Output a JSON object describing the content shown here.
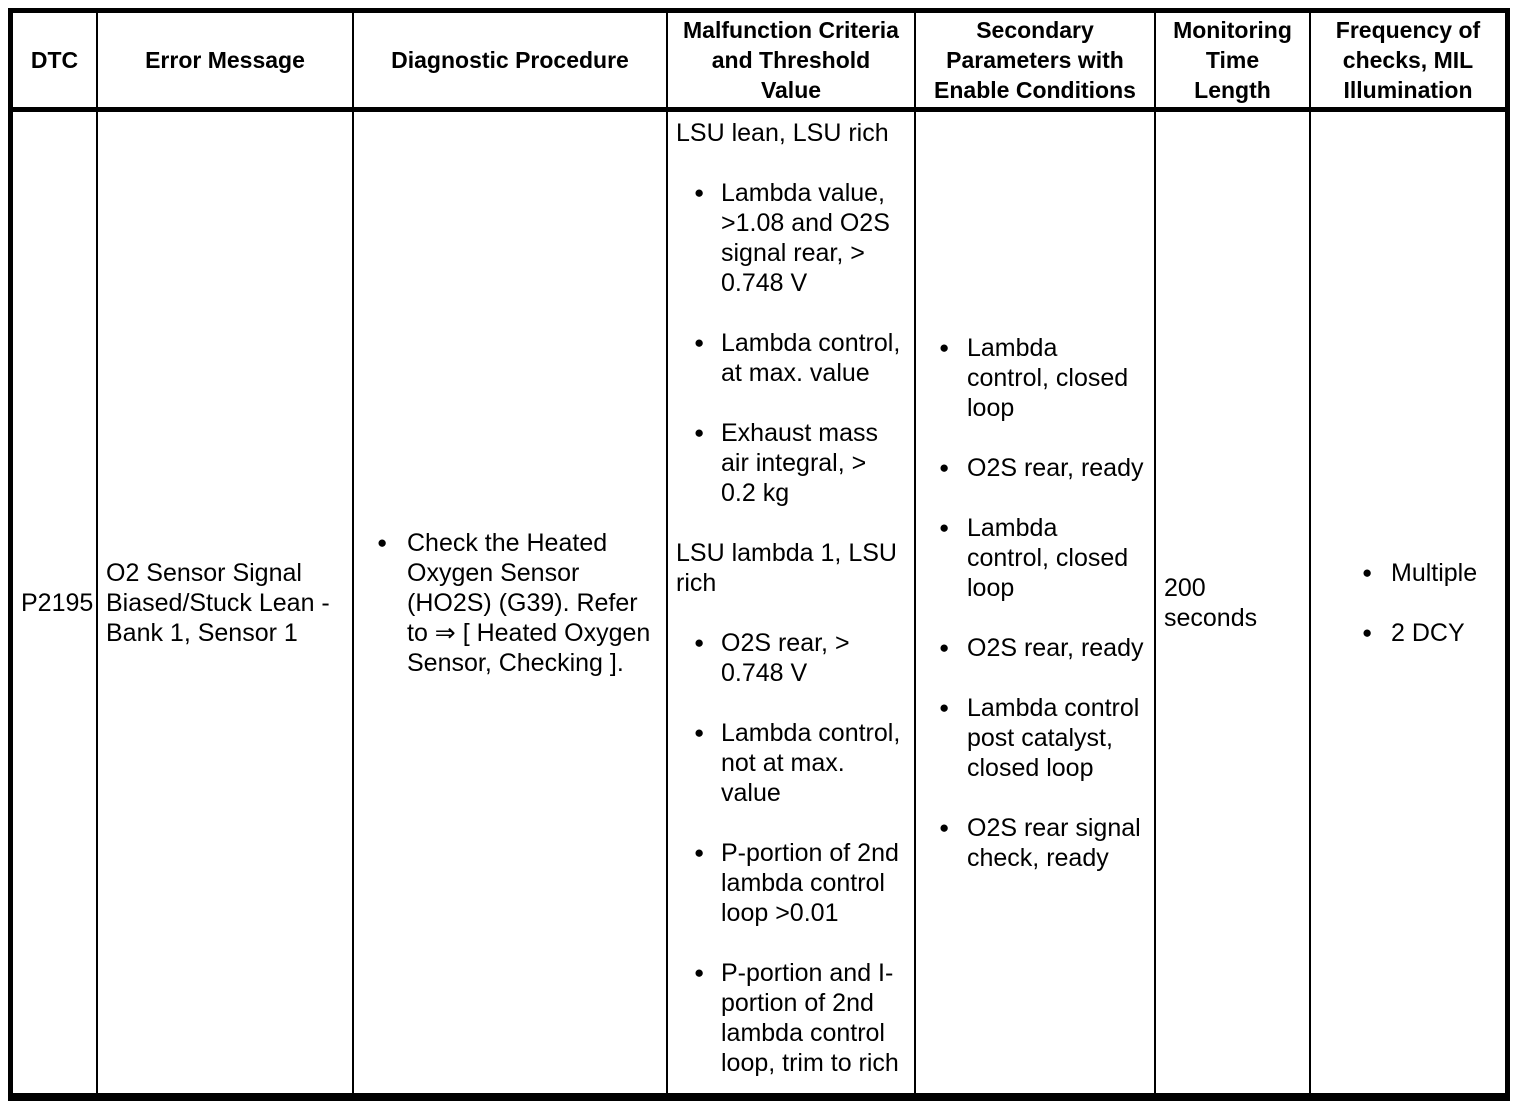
{
  "glyphs": {
    "bullet": "●"
  },
  "colors": {
    "text": "#000000",
    "border": "#000000",
    "background": "#ffffff"
  },
  "table": {
    "headers": [
      "DTC",
      "Error Message",
      "Diagnostic Procedure",
      "Malfunction Criteria and Threshold Value",
      "Secondary Parameters with Enable Conditions",
      "Monitoring Time Length",
      "Frequency of checks, MIL Illumination"
    ],
    "row": {
      "dtc": "P2195",
      "error_message": "O2 Sensor Signal Biased/Stuck Lean - Bank 1, Sensor 1",
      "diagnostic_procedure": [
        "Check the Heated Oxygen Sensor (HO2S) (G39). Refer to ⇒ [ Heated Oxygen Sensor, Checking ]."
      ],
      "malfunction_criteria": [
        {
          "type": "text",
          "text": "LSU lean, LSU rich"
        },
        {
          "type": "bullet",
          "text": "Lambda value, >1.08 and O2S signal rear, > 0.748 V"
        },
        {
          "type": "bullet",
          "text": "Lambda control, at max. value"
        },
        {
          "type": "bullet",
          "text": "Exhaust mass air integral, > 0.2 kg"
        },
        {
          "type": "text",
          "text": "LSU lambda 1, LSU rich"
        },
        {
          "type": "bullet",
          "text": "O2S rear, > 0.748 V"
        },
        {
          "type": "bullet",
          "text": "Lambda control, not at max. value"
        },
        {
          "type": "bullet",
          "text": "P-portion of 2nd lambda control loop >0.01"
        },
        {
          "type": "bullet",
          "text": "P-portion and I-portion of 2nd lambda control loop, trim to rich"
        }
      ],
      "secondary_parameters": [
        "Lambda control, closed loop",
        "O2S rear, ready",
        "Lambda control, closed loop",
        "O2S rear, ready",
        "Lambda control post catalyst, closed loop",
        "O2S rear signal check, ready"
      ],
      "monitoring_time": "200 seconds",
      "frequency": [
        "Multiple",
        "2 DCY"
      ]
    }
  }
}
